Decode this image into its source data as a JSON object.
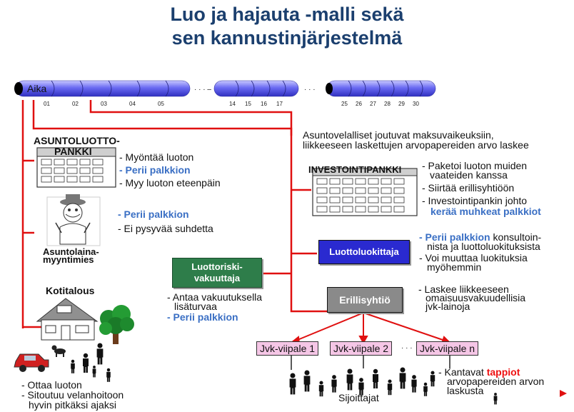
{
  "title": {
    "line1": "Luo ja hajauta -malli sekä",
    "line2": "sen kannustinjärjestelmä"
  },
  "timeline": {
    "label": "Aika",
    "ticks_a": [
      "01",
      "02",
      "03",
      "04",
      "05"
    ],
    "ticks_b": [
      "14",
      "15",
      "16",
      "17"
    ],
    "ticks_c": [
      "25",
      "26",
      "27",
      "28",
      "29",
      "30"
    ],
    "ellipsis1": "· · · –",
    "ellipsis2": "· · ·"
  },
  "top_note": {
    "line1": "Asuntovelalliset joutuvat maksuvaikeuksiin,",
    "line2": "liikkeeseen laskettujen arvopapereiden arvo laskee"
  },
  "asuntoluottopankki": {
    "label_line1": "ASUNTOLUOTTO-",
    "label_line2": "PANKKI",
    "items": [
      "- Myöntää luoton",
      "- Perii palkkion",
      "- Myy luoton eteenpäin"
    ]
  },
  "myyntimies": {
    "label_line1": "Asuntolaina-",
    "label_line2": "myyntimies",
    "items": [
      "- Perii palkkion",
      "- Ei pysyvää suhdetta"
    ]
  },
  "kotitalous": {
    "label": "Kotitalous",
    "items": [
      "- Ottaa luoton",
      "- Sitoutuu velanhoitoon",
      "hyvin pitkäksi ajaksi"
    ]
  },
  "luottoriski": {
    "label_line1": "Luottoriski-",
    "label_line2": "vakuuttaja",
    "items": [
      "- Antaa vakuutuksella",
      "lisäturvaa",
      "- Perii palkkion"
    ]
  },
  "investointipankki": {
    "label": "INVESTOINTIPANKKI",
    "items": [
      "- Paketoi luoton muiden",
      "vaateiden kanssa",
      "- Siirtää erillisyhtiöön",
      "- Investointipankin johto",
      "kerää muhkeat palkkiot"
    ]
  },
  "luottoluokittaja": {
    "label": "Luottoluokittaja",
    "item1_prefix": "- Perii palkkion",
    "item1_rest": " konsultoin-",
    "item1_line2": "nista ja luottoluokituksista",
    "item2_line1": "- Voi muuttaa luokituksia",
    "item2_line2": "myöhemmin"
  },
  "erillisyhtio": {
    "label": "Erillisyhtiö",
    "items": [
      "- Laskee liikkeeseen",
      "omaisuusvakuudellisia",
      "jvk-lainoja"
    ]
  },
  "viipaleet": [
    "Jvk-viipale 1",
    "Jvk-viipale 2",
    "Jvk-viipale n"
  ],
  "viipale_dots": "· · ·",
  "sijoittajat": {
    "label": "Sijoittajat",
    "item_prefix": "- Kantavat ",
    "item_highlight": "tappiot",
    "item_line2": "arvopapereiden arvon",
    "item_line3": "laskusta"
  },
  "colors": {
    "title": "#1b3f6e",
    "accent_blue": "#3a6fc4",
    "line_red": "#e01010",
    "tube": "#5a5aee",
    "luottoluokittaja_bg": "#2a2ad0",
    "luottoriski_bg": "#2e7d4a",
    "erillisyhtio_bg": "#8a8a8a",
    "viipale_bg": "#f5c6e6"
  }
}
